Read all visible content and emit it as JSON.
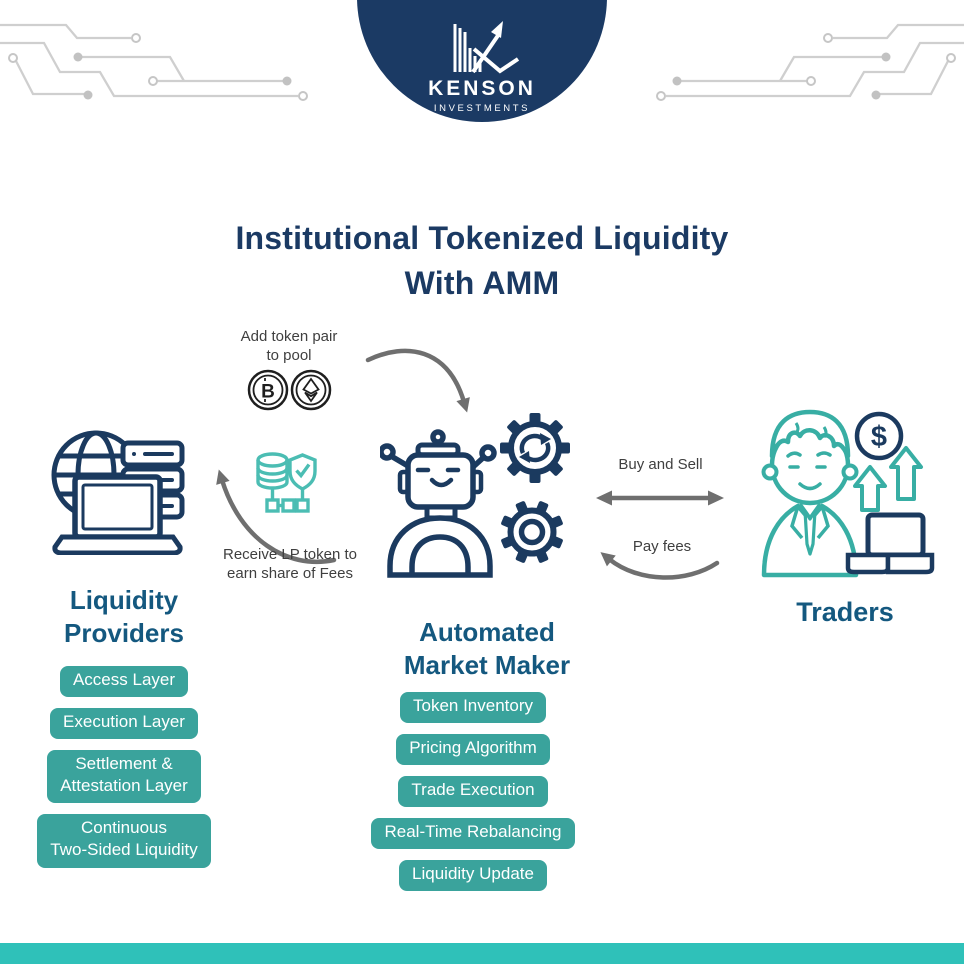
{
  "brand": {
    "name": "KENSON",
    "subtitle": "INVESTMENTS"
  },
  "title": {
    "line1": "Institutional Tokenized Liquidity",
    "line2": "With AMM"
  },
  "annotations": {
    "add_token_pair": "Add token pair\nto pool",
    "receive_lp": "Receive LP token  to\nearn share of Fees",
    "buy_and_sell": "Buy  and Sell",
    "pay_fees": "Pay fees"
  },
  "sections": {
    "liquidity_providers": {
      "title": "Liquidity\nProviders",
      "badges": [
        "Access Layer",
        "Execution Layer",
        "Settlement &\nAttestation Layer",
        "Continuous\nTwo-Sided Liquidity"
      ]
    },
    "amm": {
      "title": "Automated\nMarket Maker",
      "badges": [
        "Token Inventory",
        "Pricing Algorithm",
        "Trade Execution",
        "Real-Time Rebalancing",
        "Liquidity Update"
      ]
    },
    "traders": {
      "title": "Traders"
    }
  },
  "icons": {
    "logo": "kenson-k-arrow-logo",
    "liquidity_providers": "globe-servers-laptop",
    "amm": "robot-with-gears",
    "traders": "trader-with-dollar-and-growth-arrows",
    "token_pair": [
      "bitcoin-coin",
      "ethereum-coin"
    ],
    "lp_token": "database-with-shield-check"
  },
  "colors": {
    "navy": "#1b3a5f",
    "logo_navy": "#1b3a64",
    "title_navy": "#1b3a63",
    "section_blue": "#14587f",
    "badge_teal": "#3aa39c",
    "accent_teal": "#38aea4",
    "lp_token_teal": "#4bbdb3",
    "footer_teal": "#2fc1b9",
    "arrow_gray": "#6f6f6f",
    "circuit_gray": "#cfcfcf"
  }
}
